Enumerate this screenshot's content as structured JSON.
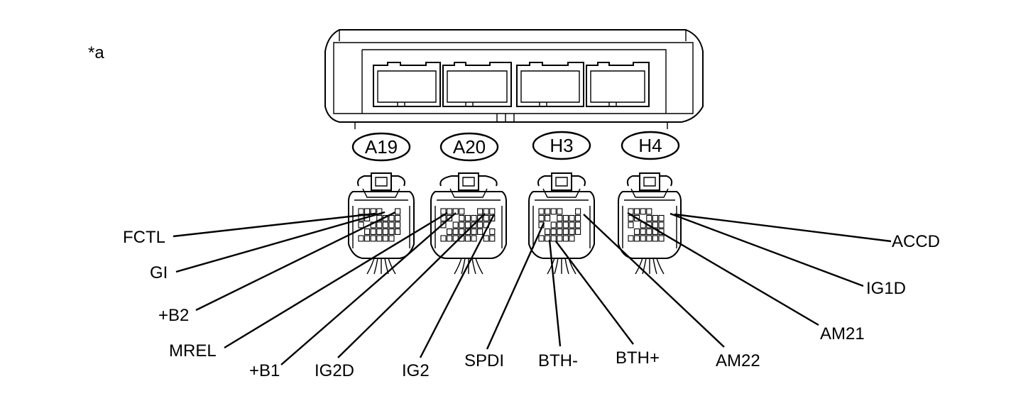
{
  "view_label": "*a",
  "connectors": [
    {
      "id": "A19"
    },
    {
      "id": "A20"
    },
    {
      "id": "H3"
    },
    {
      "id": "H4"
    }
  ],
  "terminals": [
    {
      "name": "FCTL"
    },
    {
      "name": "GI"
    },
    {
      "name": "+B2"
    },
    {
      "name": "MREL"
    },
    {
      "name": "+B1"
    },
    {
      "name": "IG2D"
    },
    {
      "name": "IG2"
    },
    {
      "name": "SPDI"
    },
    {
      "name": "BTH-"
    },
    {
      "name": "BTH+"
    },
    {
      "name": "AM22"
    },
    {
      "name": "AM21"
    },
    {
      "name": "IG1D"
    },
    {
      "name": "ACCD"
    }
  ]
}
